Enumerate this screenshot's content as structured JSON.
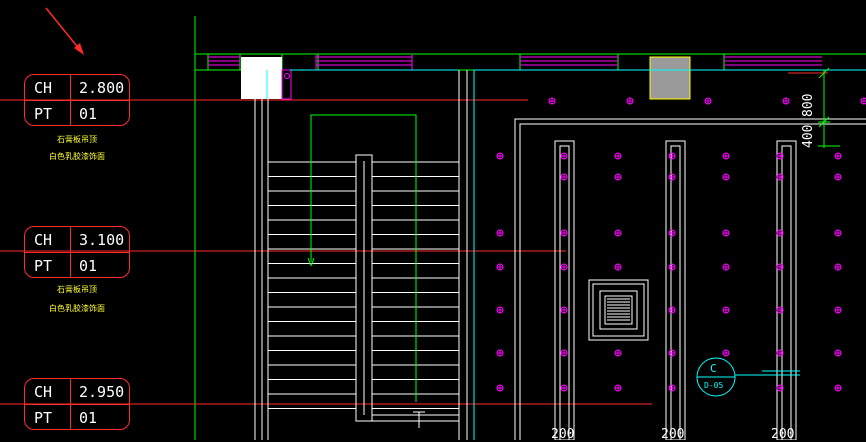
{
  "tags": [
    {
      "ch_key": "CH",
      "ch_value": "2.800",
      "pt_key": "PT",
      "pt_value": "01",
      "notes": [
        "石膏板吊顶",
        "白色乳胶漆饰面"
      ]
    },
    {
      "ch_key": "CH",
      "ch_value": "3.100",
      "pt_key": "PT",
      "pt_value": "01",
      "notes": [
        "石膏板吊顶",
        "白色乳胶漆饰面"
      ]
    },
    {
      "ch_key": "CH",
      "ch_value": "2.950",
      "pt_key": "PT",
      "pt_value": "01",
      "notes": []
    }
  ],
  "dimensions": {
    "vertical": [
      "400",
      "800"
    ],
    "bottom": [
      "200",
      "200",
      "200"
    ]
  },
  "section_symbol": {
    "letter": "C",
    "ref": "D-05"
  },
  "colors": {
    "background": "#000000",
    "tag_border": "#ff2a2a",
    "level_line": "#ff2a2a",
    "note_text": "#ffff33",
    "wall": "#00ff00",
    "cyan": "#00ffff",
    "magenta": "#ff00ff",
    "lines": "#ffffff",
    "arrow": "#ff2a2a"
  }
}
